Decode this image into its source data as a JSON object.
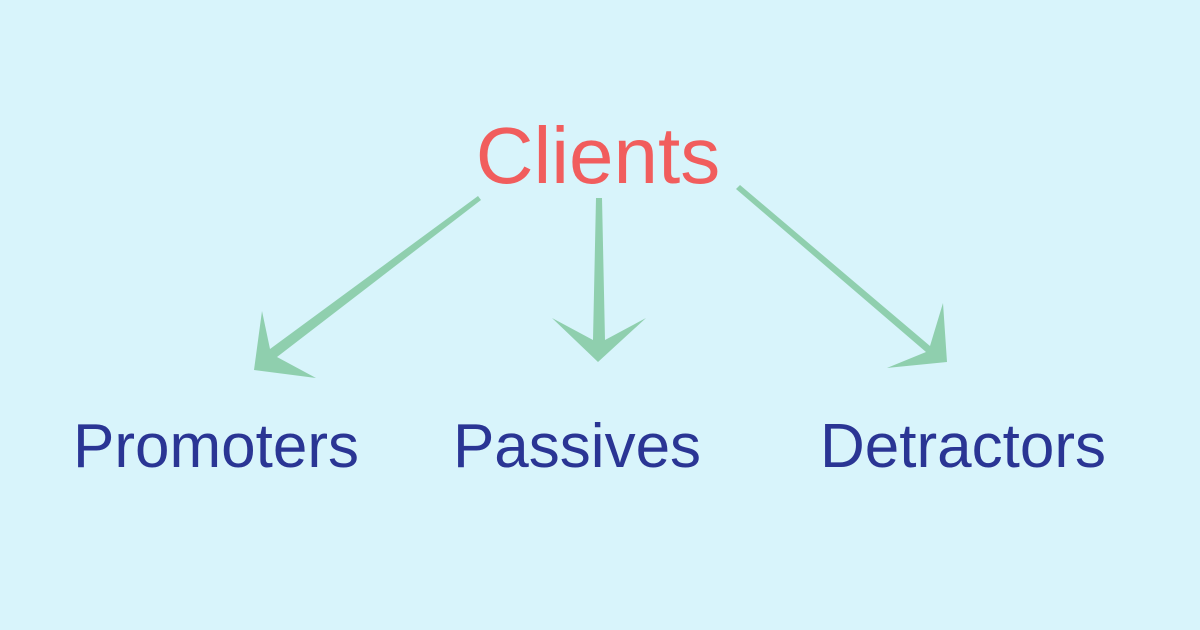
{
  "diagram": {
    "root": {
      "label": "Clients",
      "color": "#f15d5d"
    },
    "children": [
      {
        "label": "Promoters"
      },
      {
        "label": "Passives"
      },
      {
        "label": "Detractors"
      }
    ],
    "child_color": "#2a3594",
    "arrow_color": "#8fcfae",
    "background_color": "#d8f4fb"
  }
}
